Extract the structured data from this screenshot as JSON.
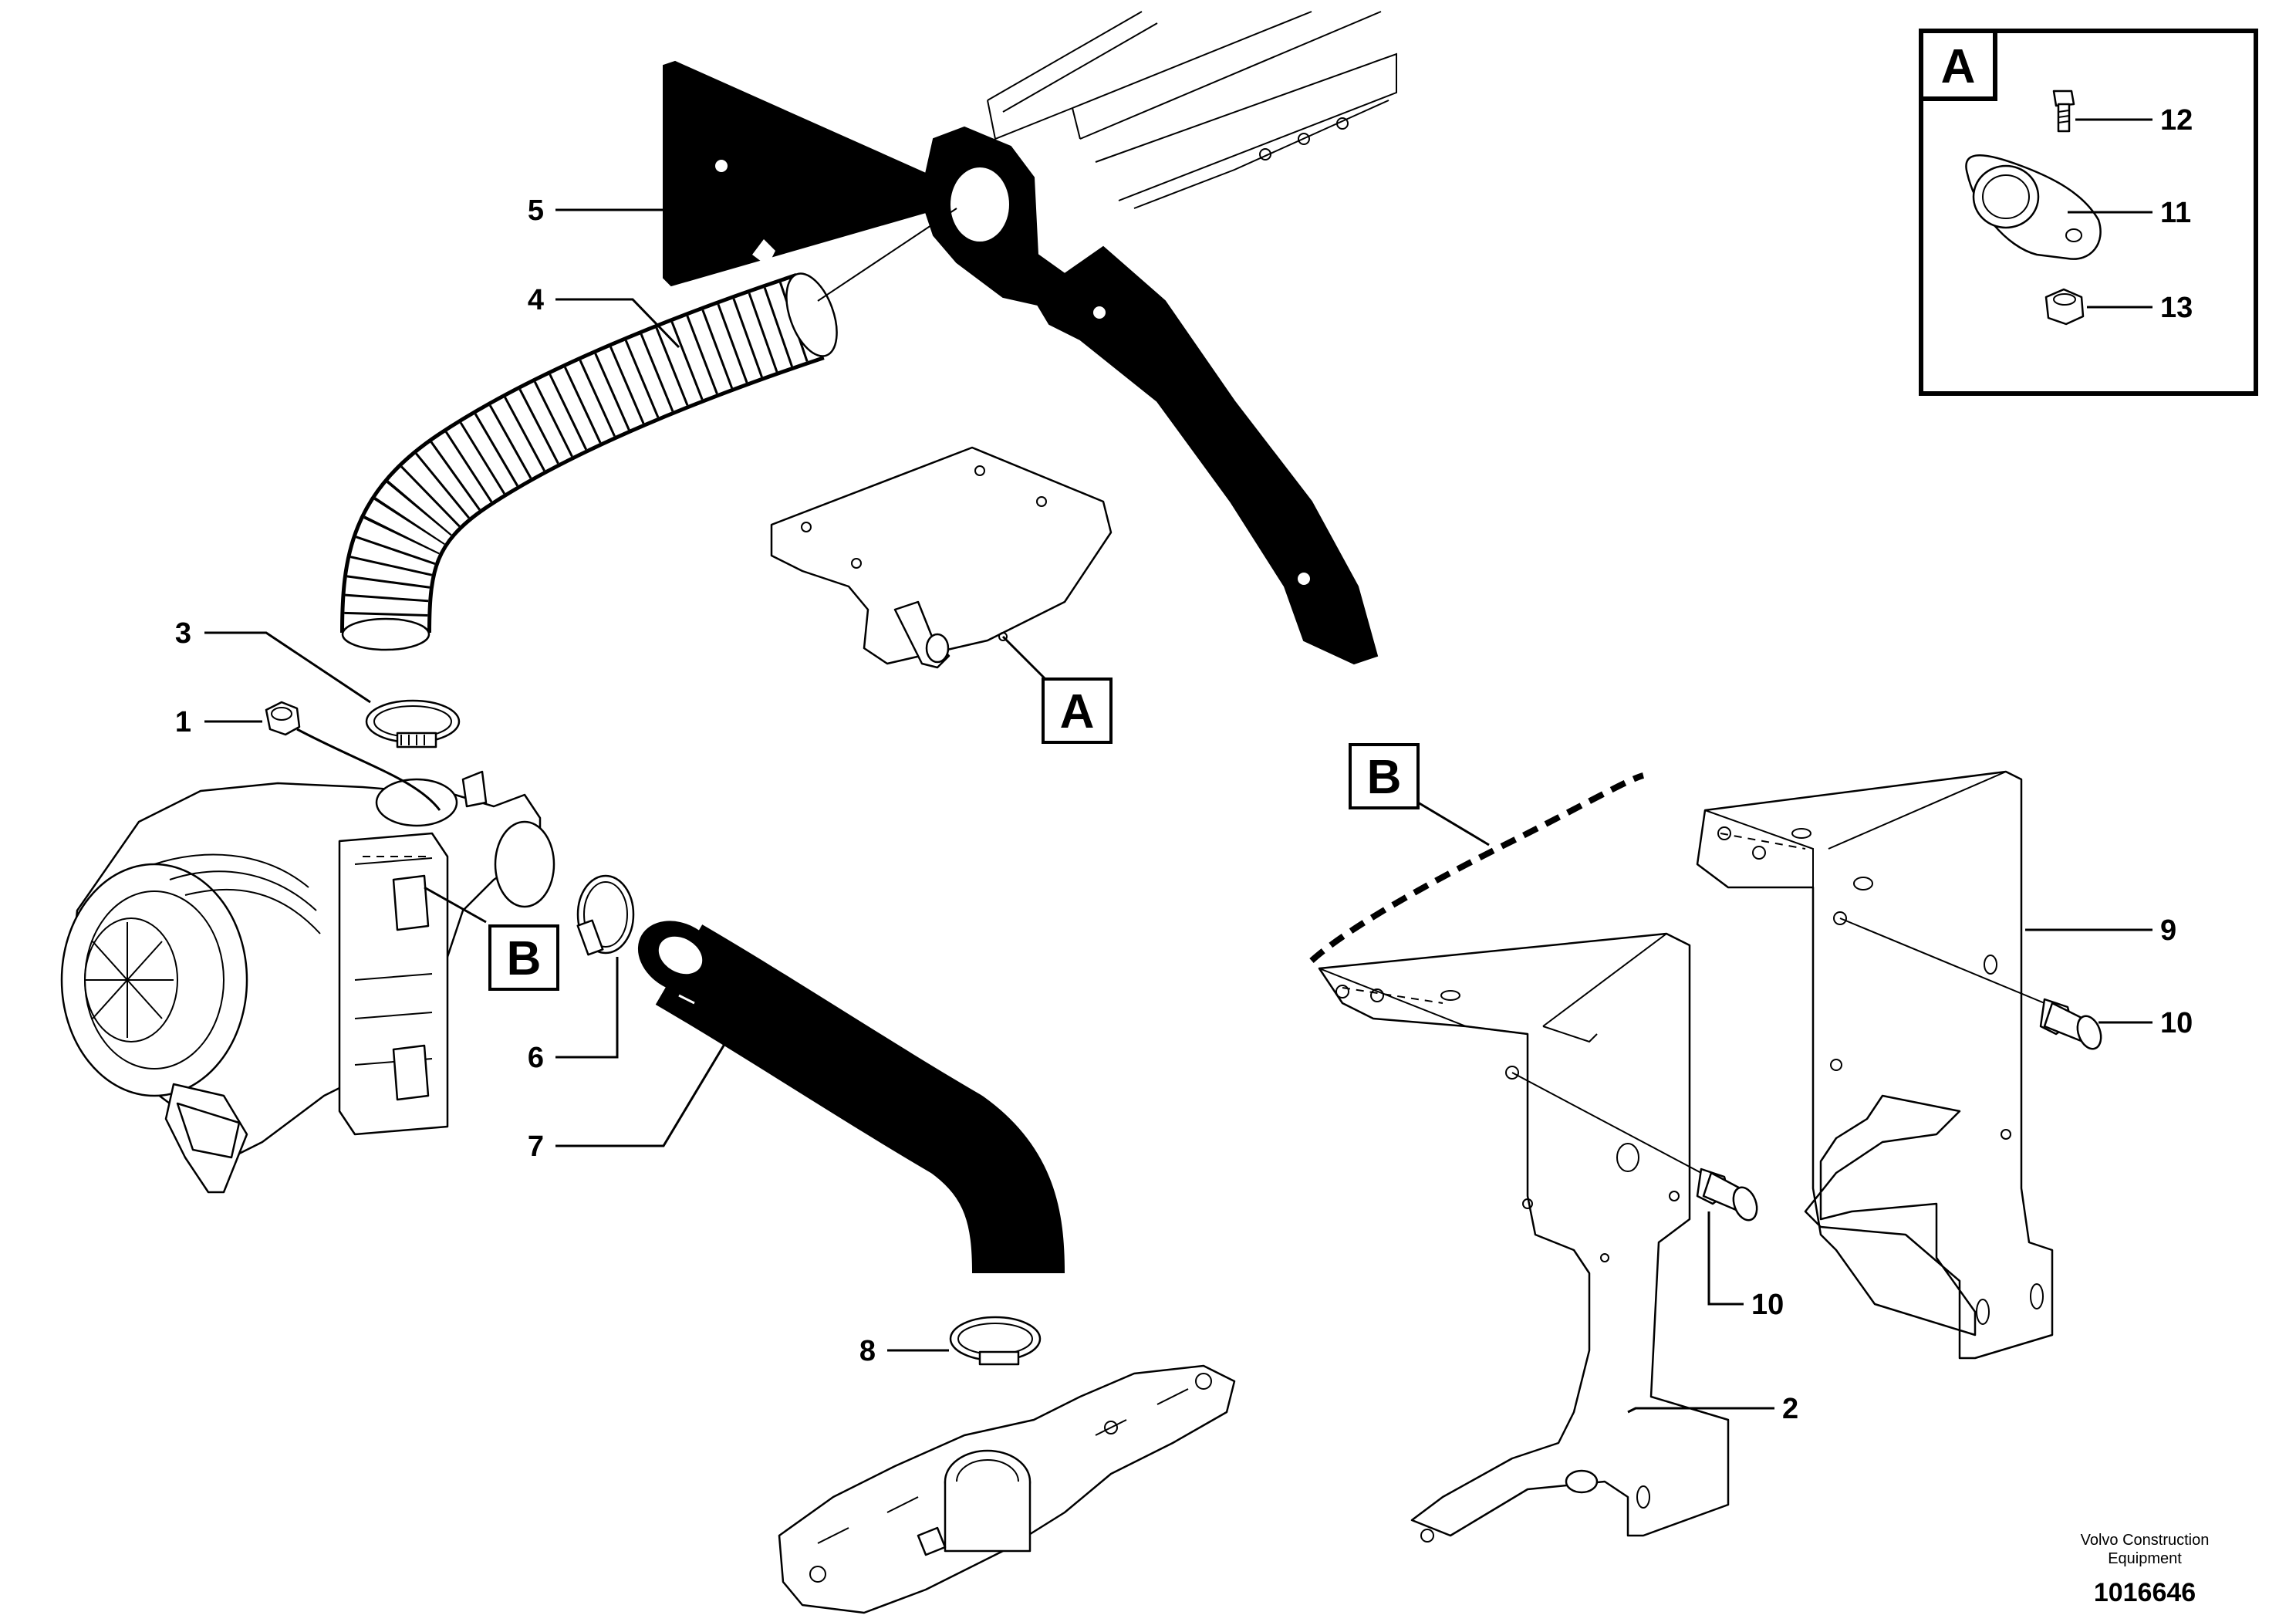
{
  "callouts": {
    "c1": "1",
    "c2": "2",
    "c3": "3",
    "c4": "4",
    "c5": "5",
    "c6": "6",
    "c7": "7",
    "c8": "8",
    "c9": "9",
    "c10a": "10",
    "c10b": "10",
    "c11": "11",
    "c12": "12",
    "c13": "13"
  },
  "detail_boxes": {
    "inset_a": "A",
    "ref_a": "A",
    "ref_b_left": "B",
    "ref_b_right": "B"
  },
  "credit": {
    "line1": "Volvo Construction",
    "line2": "Equipment"
  },
  "document_number": "1016646"
}
